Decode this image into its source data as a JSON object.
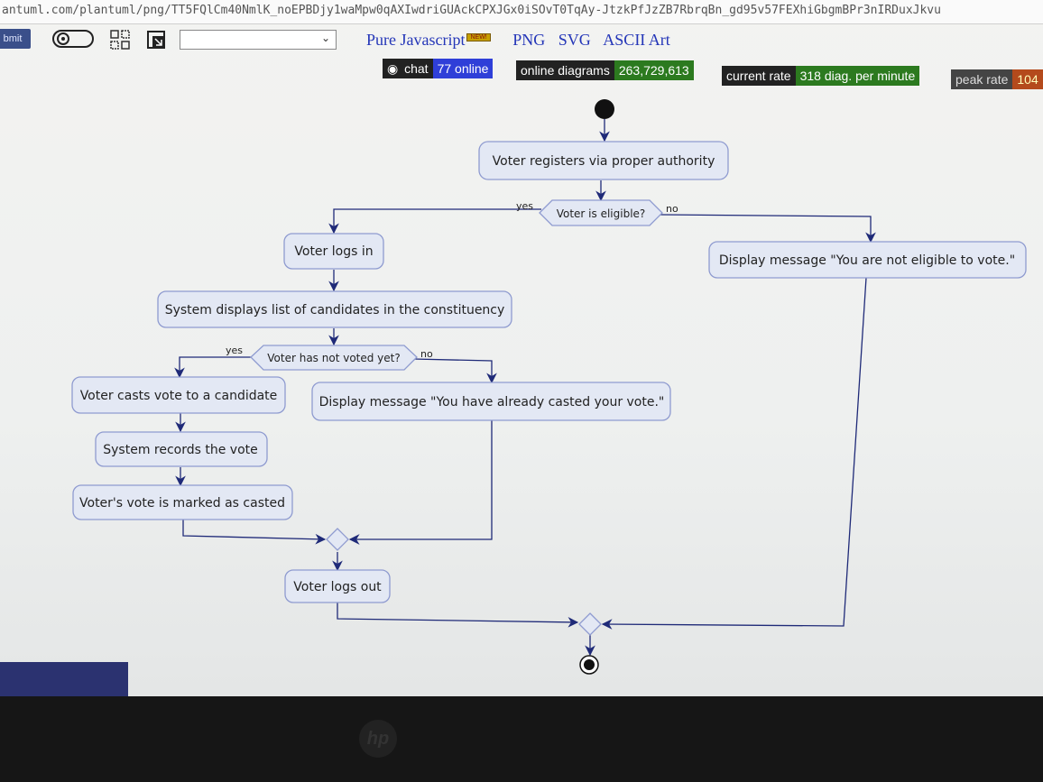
{
  "address_bar": {
    "url": "antuml.com/plantuml/png/TT5FQlCm40NmlK_noEPBDjy1waMpw0qAXIwdriGUAckCPXJGx0iSOvT0TqAy-JtzkPfJzZB7RbrqBn_gd95v57FEXhiGbgmBPr3nIRDuxJkvu"
  },
  "toolbar": {
    "submit_label": "bmit",
    "select_value": "",
    "links": [
      "Pure Javascript",
      "PNG",
      "SVG",
      "ASCII Art"
    ],
    "new_badge": "NEW!"
  },
  "stats": {
    "chat_label": "chat",
    "chat_online": "77 online",
    "diagrams_label": "online diagrams",
    "diagrams_count": "263,729,613",
    "rate_label": "current rate",
    "rate_value": "318 diag. per minute",
    "peak_label": "peak rate",
    "peak_value": "104"
  },
  "diagram": {
    "register": "Voter registers via proper authority",
    "eligible_q": "Voter is eligible?",
    "yes": "yes",
    "no": "no",
    "logs_in": "Voter logs in",
    "not_eligible_msg": "Display message \"You are not eligible to vote.\"",
    "list_candidates": "System displays list of candidates in the constituency",
    "not_voted_q": "Voter has not voted yet?",
    "casts_vote": "Voter casts vote to a candidate",
    "already_voted_msg": "Display message \"You have already casted your vote.\"",
    "records_vote": "System records the vote",
    "marked_casted": "Voter's vote is marked as casted",
    "logs_out": "Voter logs out"
  },
  "colors": {
    "node_fill": "#e3e8f4",
    "node_stroke": "#8f9bd0",
    "line": "#1f2a78",
    "accent_link": "#2436b8"
  }
}
